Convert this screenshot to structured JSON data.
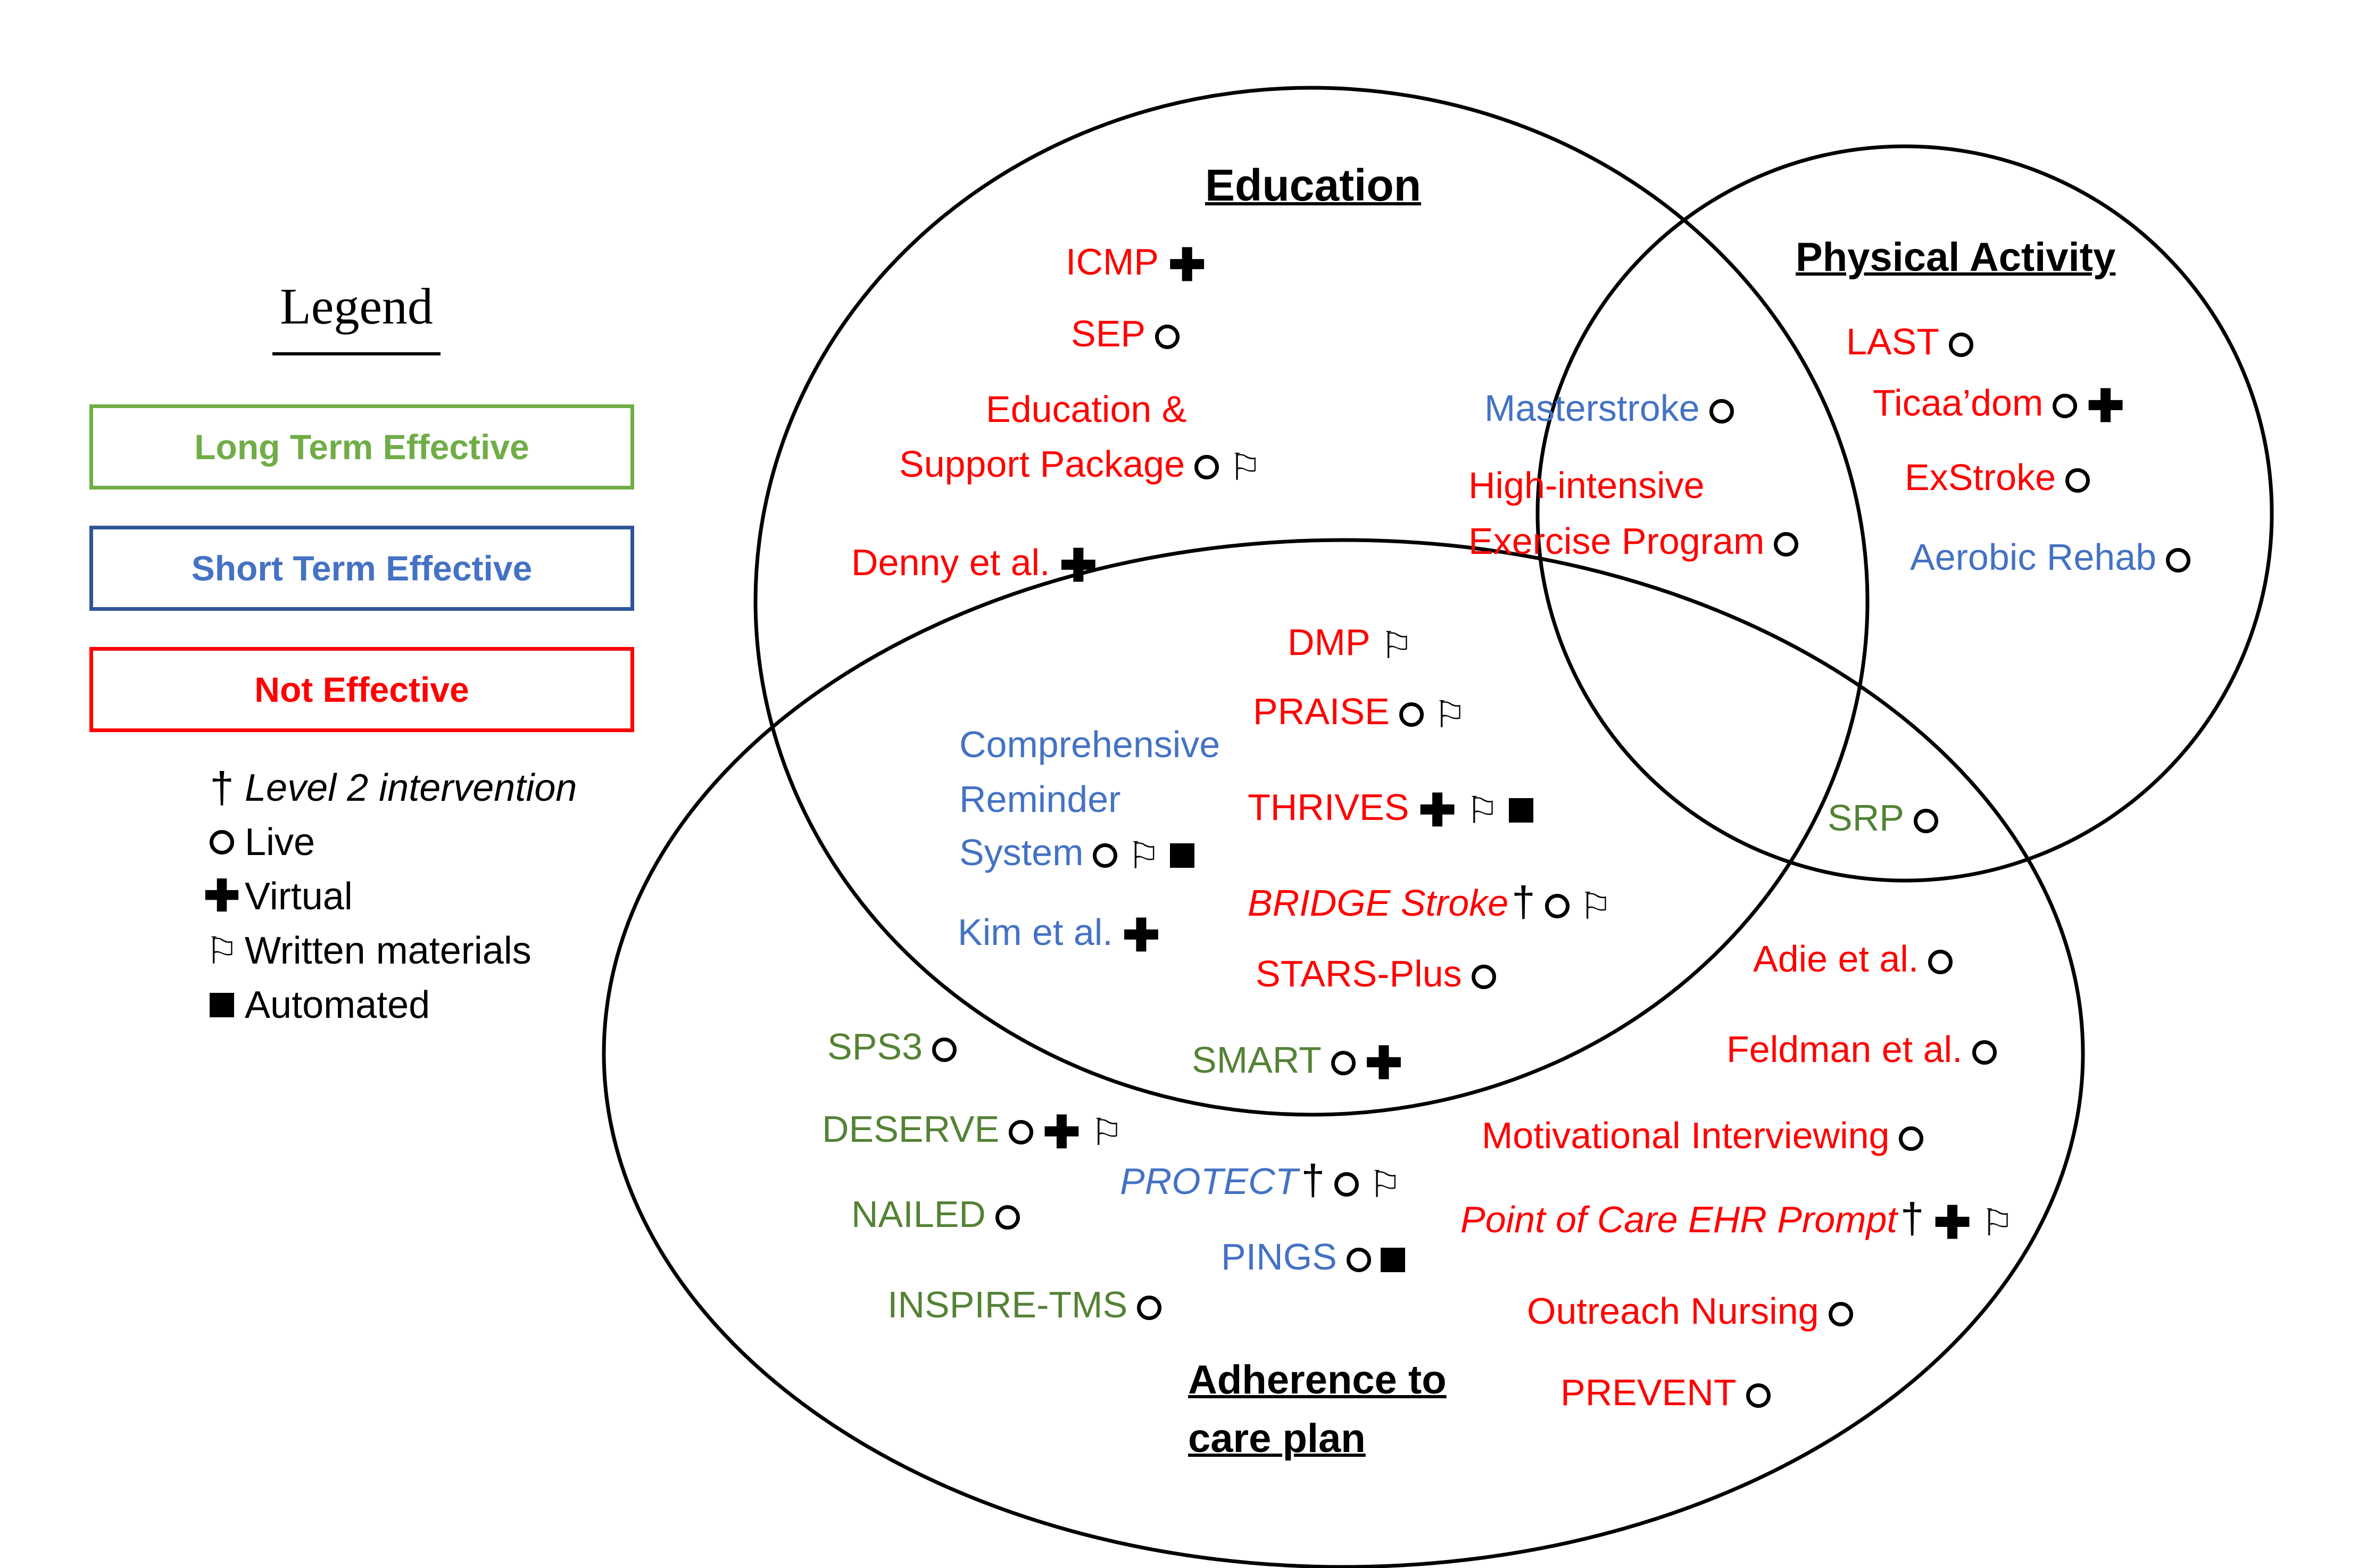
{
  "legend": {
    "title": "Legend",
    "categories": [
      {
        "label": "Long Term Effective",
        "color": "#70AD47"
      },
      {
        "label": "Short Term Effective",
        "color": "#4472C4"
      },
      {
        "label": "Not Effective",
        "color": "#FF0000"
      }
    ],
    "keys": [
      {
        "icon": "level-2-cross-icon",
        "label": "Level 2 intervention"
      },
      {
        "icon": "live-circle-icon",
        "label": "Live"
      },
      {
        "icon": "virtual-plus-icon",
        "label": "Virtual"
      },
      {
        "icon": "written-flag-icon",
        "label": "Written materials"
      },
      {
        "icon": "automated-square-icon",
        "label": "Automated"
      }
    ]
  },
  "sets": {
    "education": "Education",
    "physical_activity": "Physical Activity",
    "adherence_line1": "Adherence to",
    "adherence_line2": "care plan"
  },
  "colors": {
    "long_term": "#548235",
    "short_term": "#4472C4",
    "not_effective": "#FF0000"
  },
  "interventions": [
    {
      "name": "ICMP",
      "effect": "not_effective",
      "markers": [
        "virtual"
      ]
    },
    {
      "name": "SEP",
      "effect": "not_effective",
      "markers": [
        "live"
      ]
    },
    {
      "name": "Education &",
      "effect": "not_effective",
      "markers": []
    },
    {
      "name": "Support Package",
      "effect": "not_effective",
      "markers": [
        "live",
        "written"
      ]
    },
    {
      "name": "Denny et al.",
      "effect": "not_effective",
      "markers": [
        "virtual"
      ]
    },
    {
      "name": "Masterstroke",
      "effect": "short_term",
      "markers": [
        "live"
      ]
    },
    {
      "name": "High-intensive",
      "effect": "not_effective",
      "markers": []
    },
    {
      "name": "Exercise Program",
      "effect": "not_effective",
      "markers": [
        "live"
      ]
    },
    {
      "name": "LAST",
      "effect": "not_effective",
      "markers": [
        "live"
      ]
    },
    {
      "name": "Ticaa’dom",
      "effect": "not_effective",
      "markers": [
        "live",
        "virtual"
      ]
    },
    {
      "name": "ExStroke",
      "effect": "not_effective",
      "markers": [
        "live"
      ]
    },
    {
      "name": "Aerobic Rehab",
      "effect": "short_term",
      "markers": [
        "live"
      ]
    },
    {
      "name": "DMP",
      "effect": "not_effective",
      "markers": [
        "written"
      ]
    },
    {
      "name": "PRAISE",
      "effect": "not_effective",
      "markers": [
        "live",
        "written"
      ]
    },
    {
      "name": "Comprehensive",
      "effect": "short_term",
      "markers": []
    },
    {
      "name": "Reminder",
      "effect": "short_term",
      "markers": []
    },
    {
      "name": "System",
      "effect": "short_term",
      "markers": [
        "live",
        "written",
        "automated"
      ]
    },
    {
      "name": "THRIVES",
      "effect": "not_effective",
      "markers": [
        "virtual",
        "written",
        "automated"
      ]
    },
    {
      "name": "BRIDGE Stroke",
      "effect": "not_effective",
      "italic": true,
      "markers": [
        "level2",
        "live",
        "written"
      ]
    },
    {
      "name": "Kim et al.",
      "effect": "short_term",
      "markers": [
        "virtual"
      ]
    },
    {
      "name": "STARS-Plus",
      "effect": "not_effective",
      "markers": [
        "live"
      ]
    },
    {
      "name": "SMART",
      "effect": "long_term",
      "markers": [
        "live",
        "virtual"
      ]
    },
    {
      "name": "SRP",
      "effect": "long_term",
      "markers": [
        "live"
      ]
    },
    {
      "name": "Adie et al.",
      "effect": "not_effective",
      "markers": [
        "live"
      ]
    },
    {
      "name": "Feldman et al.",
      "effect": "not_effective",
      "markers": [
        "live"
      ]
    },
    {
      "name": "SPS3",
      "effect": "long_term",
      "markers": [
        "live"
      ]
    },
    {
      "name": "DESERVE",
      "effect": "long_term",
      "markers": [
        "live",
        "virtual",
        "written"
      ]
    },
    {
      "name": "Motivational Interviewing",
      "effect": "not_effective",
      "markers": [
        "live"
      ]
    },
    {
      "name": "PROTECT",
      "effect": "short_term",
      "italic": true,
      "markers": [
        "level2",
        "live",
        "written"
      ]
    },
    {
      "name": "NAILED",
      "effect": "long_term",
      "markers": [
        "live"
      ]
    },
    {
      "name": "Point of Care EHR Prompt",
      "effect": "not_effective",
      "italic": true,
      "markers": [
        "level2",
        "virtual",
        "written"
      ]
    },
    {
      "name": "PINGS",
      "effect": "short_term",
      "markers": [
        "live",
        "automated"
      ]
    },
    {
      "name": "INSPIRE-TMS",
      "effect": "long_term",
      "markers": [
        "live"
      ]
    },
    {
      "name": "Outreach Nursing",
      "effect": "not_effective",
      "markers": [
        "live"
      ]
    },
    {
      "name": "PREVENT",
      "effect": "not_effective",
      "markers": [
        "live"
      ]
    }
  ]
}
